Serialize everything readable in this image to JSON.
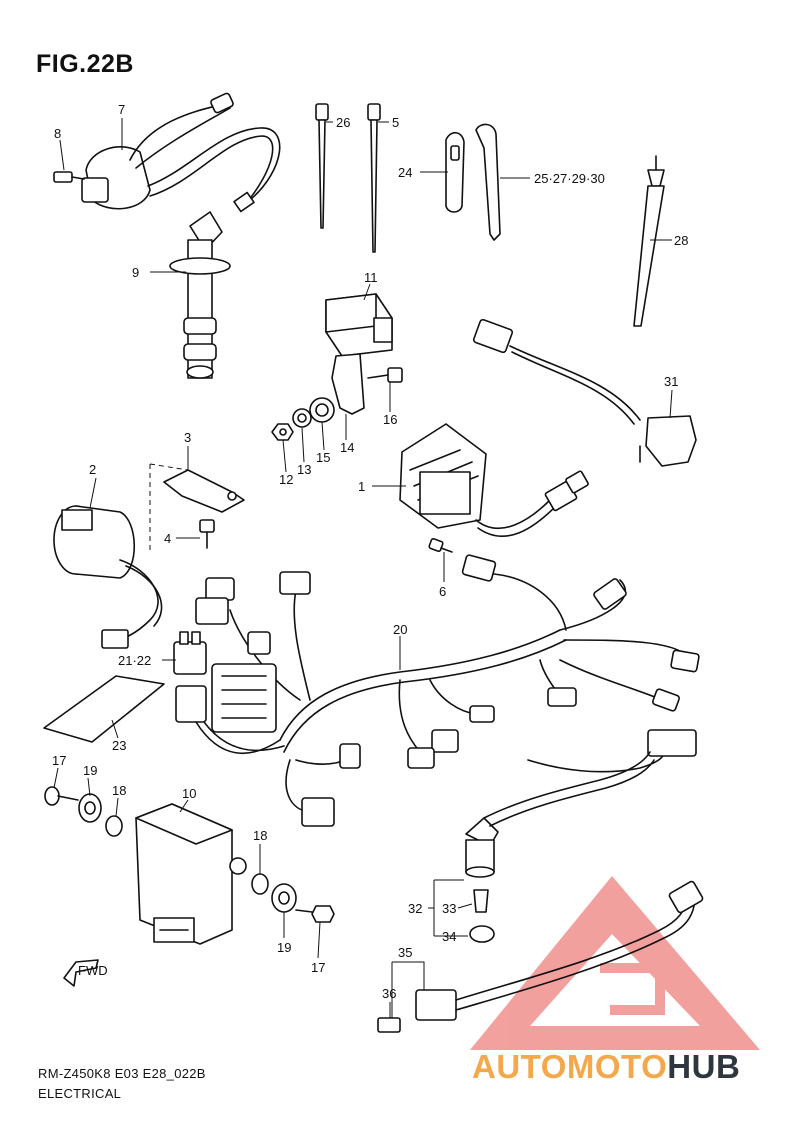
{
  "figure_title": "FIG.22B",
  "footer": {
    "line1": "RM-Z450K8 E03 E28_022B",
    "line2": "ELECTRICAL"
  },
  "callouts": {
    "p1": "1",
    "p2": "2",
    "p3": "3",
    "p4": "4",
    "p5": "5",
    "p6": "6",
    "p7": "7",
    "p8": "8",
    "p9": "9",
    "p10": "10",
    "p11": "11",
    "p12": "12",
    "p13": "13",
    "p14": "14",
    "p15": "15",
    "p16": "16",
    "p17a": "17",
    "p17b": "17",
    "p18a": "18",
    "p18b": "18",
    "p19a": "19",
    "p19b": "19",
    "p20": "20",
    "p2122": "21·22",
    "p23": "23",
    "p24": "24",
    "p25": "25·27·29·30",
    "p26": "26",
    "p28": "28",
    "p31": "31",
    "p32": "32",
    "p33": "33",
    "p34": "34",
    "p35": "35",
    "p36": "36"
  },
  "fwd_label": "FWD",
  "watermark": {
    "part_orange": "AUTOMOTO",
    "part_dark": "HUB",
    "color_orange": "#f3a84c",
    "color_dark": "#2e3640",
    "color_logo": "#e8534e"
  }
}
